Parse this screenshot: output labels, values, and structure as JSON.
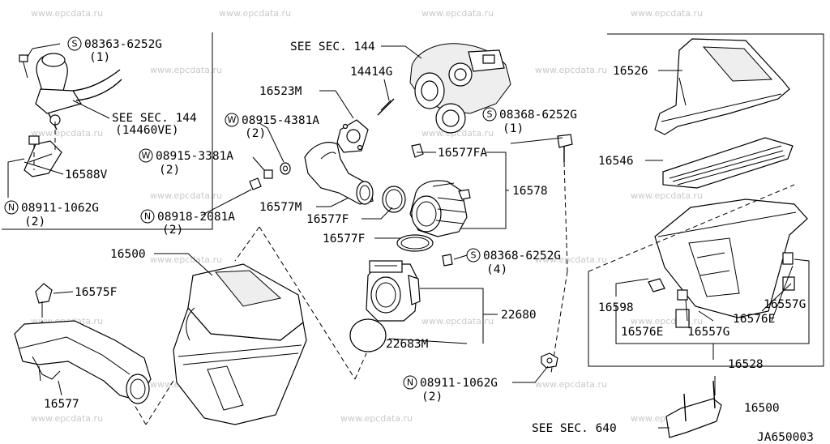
{
  "watermark": "www.epcdata.ru",
  "diagram_code": "JA650003",
  "callouts": [
    {
      "id": "c1",
      "prefix": "S",
      "code": "08363-6252G",
      "qty": "(1)"
    },
    {
      "id": "c2",
      "prefix": "",
      "code": "SEE SEC. 144",
      "qty": ""
    },
    {
      "id": "c3",
      "prefix": "",
      "code": "14414G",
      "qty": ""
    },
    {
      "id": "c4",
      "prefix": "",
      "code": "16523M",
      "qty": ""
    },
    {
      "id": "c5",
      "prefix": "W",
      "code": "08915-4381A",
      "qty": "(2)"
    },
    {
      "id": "c6",
      "prefix": "",
      "code": "SEE SEC. 144",
      "qty": "(14460VE)"
    },
    {
      "id": "c7",
      "prefix": "",
      "code": "16588V",
      "qty": ""
    },
    {
      "id": "c8",
      "prefix": "W",
      "code": "08915-3381A",
      "qty": "(2)"
    },
    {
      "id": "c9",
      "prefix": "N",
      "code": "08911-1062G",
      "qty": "(2)"
    },
    {
      "id": "c10",
      "prefix": "N",
      "code": "08918-2081A",
      "qty": "(2)"
    },
    {
      "id": "c11",
      "prefix": "",
      "code": "16577M",
      "qty": ""
    },
    {
      "id": "c12",
      "prefix": "",
      "code": "16577F",
      "qty": ""
    },
    {
      "id": "c13",
      "prefix": "",
      "code": "16577FA",
      "qty": ""
    },
    {
      "id": "c14",
      "prefix": "",
      "code": "16578",
      "qty": ""
    },
    {
      "id": "c15",
      "prefix": "",
      "code": "16577F",
      "qty": ""
    },
    {
      "id": "c16",
      "prefix": "S",
      "code": "08368-6252G",
      "qty": "(1)"
    },
    {
      "id": "c17",
      "prefix": "S",
      "code": "08368-6252G",
      "qty": "(4)"
    },
    {
      "id": "c18",
      "prefix": "",
      "code": "22680",
      "qty": ""
    },
    {
      "id": "c19",
      "prefix": "",
      "code": "22683M",
      "qty": ""
    },
    {
      "id": "c20",
      "prefix": "N",
      "code": "08911-1062G",
      "qty": "(2)"
    },
    {
      "id": "c21",
      "prefix": "",
      "code": "16500",
      "qty": ""
    },
    {
      "id": "c22",
      "prefix": "",
      "code": "16575F",
      "qty": ""
    },
    {
      "id": "c23",
      "prefix": "",
      "code": "16577",
      "qty": ""
    },
    {
      "id": "c24",
      "prefix": "",
      "code": "16526",
      "qty": ""
    },
    {
      "id": "c25",
      "prefix": "",
      "code": "16546",
      "qty": ""
    },
    {
      "id": "c26",
      "prefix": "",
      "code": "16598",
      "qty": ""
    },
    {
      "id": "c27",
      "prefix": "",
      "code": "16576E",
      "qty": ""
    },
    {
      "id": "c28",
      "prefix": "",
      "code": "16557G",
      "qty": ""
    },
    {
      "id": "c29",
      "prefix": "",
      "code": "16576E",
      "qty": ""
    },
    {
      "id": "c30",
      "prefix": "",
      "code": "16557G",
      "qty": ""
    },
    {
      "id": "c31",
      "prefix": "",
      "code": "16528",
      "qty": ""
    },
    {
      "id": "c32",
      "prefix": "",
      "code": "16500",
      "qty": ""
    },
    {
      "id": "c33",
      "prefix": "",
      "code": "SEE SEC. 640",
      "qty": ""
    }
  ]
}
